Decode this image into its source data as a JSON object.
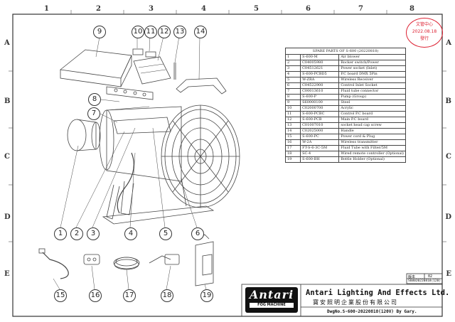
{
  "grid": {
    "columns": [
      "1",
      "2",
      "3",
      "4",
      "5",
      "6",
      "7",
      "8"
    ],
    "rows": [
      "A",
      "B",
      "C",
      "D",
      "E"
    ]
  },
  "callouts": [
    "1",
    "2",
    "3",
    "4",
    "5",
    "6",
    "7",
    "8",
    "9",
    "10",
    "11",
    "12",
    "13",
    "14",
    "15",
    "16",
    "17",
    "18",
    "19"
  ],
  "parts_table": {
    "title": "SPARE PARTS OF S-600 (20220818)",
    "rows": [
      {
        "no": "1",
        "code": "S-600-M",
        "name": "Air blower"
      },
      {
        "no": "2",
        "code": "C04005980",
        "name": "Rocker switch/Power"
      },
      {
        "no": "3",
        "code": "C04512621",
        "name": "Power socket (Inlet)"
      },
      {
        "no": "4",
        "code": "S-600-PCBD5",
        "name": "P.C board DMX 5Pin"
      },
      {
        "no": "5",
        "code": "W-ZRA",
        "name": "Wireless Receiver"
      },
      {
        "no": "6",
        "code": "C04522900",
        "name": "Control Inlet Socket"
      },
      {
        "no": "7",
        "code": "C00013610",
        "name": "Fluid tube connector"
      },
      {
        "no": "8",
        "code": "S-600-P",
        "name": "Pump (Group)"
      },
      {
        "no": "9",
        "code": "S60000100",
        "name": "Steel"
      },
      {
        "no": "10",
        "code": "C02000700",
        "name": "Acrylic"
      },
      {
        "no": "11",
        "code": "S-600-PCBC",
        "name": "Control P.C board"
      },
      {
        "no": "12",
        "code": "S-600-PCB",
        "name": "Main P.C board"
      },
      {
        "no": "13",
        "code": "C01007010",
        "name": "socket head cap screw"
      },
      {
        "no": "14",
        "code": "C02025000",
        "name": "Handle"
      },
      {
        "no": "15",
        "code": "S-600-PC",
        "name": "Power cord & Plug"
      },
      {
        "no": "16",
        "code": "W-2A",
        "name": "Wireless transmitter"
      },
      {
        "no": "17",
        "code": "FT-S-6-3C-5M",
        "name": "Fluid Tube with Filter/5M"
      },
      {
        "no": "18",
        "code": "SC-4",
        "name": "Wired remote controller (Optional)"
      },
      {
        "no": "19",
        "code": "S-600-BH",
        "name": "Bottle Holder (Optional)"
      }
    ]
  },
  "stamp": {
    "line1": "文管中心",
    "line2": "2022.08.18",
    "line3": "發行"
  },
  "title_block": {
    "revision_label": "版本",
    "revision": "02",
    "doc_code": "S60020220818(120)",
    "logo": "Antari",
    "logo_sub": "FOG MACHINE",
    "company_en": "Antari Lighting And Effects Ltd.",
    "company_zh": "寶安照明企業股份有限公司",
    "dwg": "DwgNo.S-600-20220818(120V) By Gary."
  }
}
